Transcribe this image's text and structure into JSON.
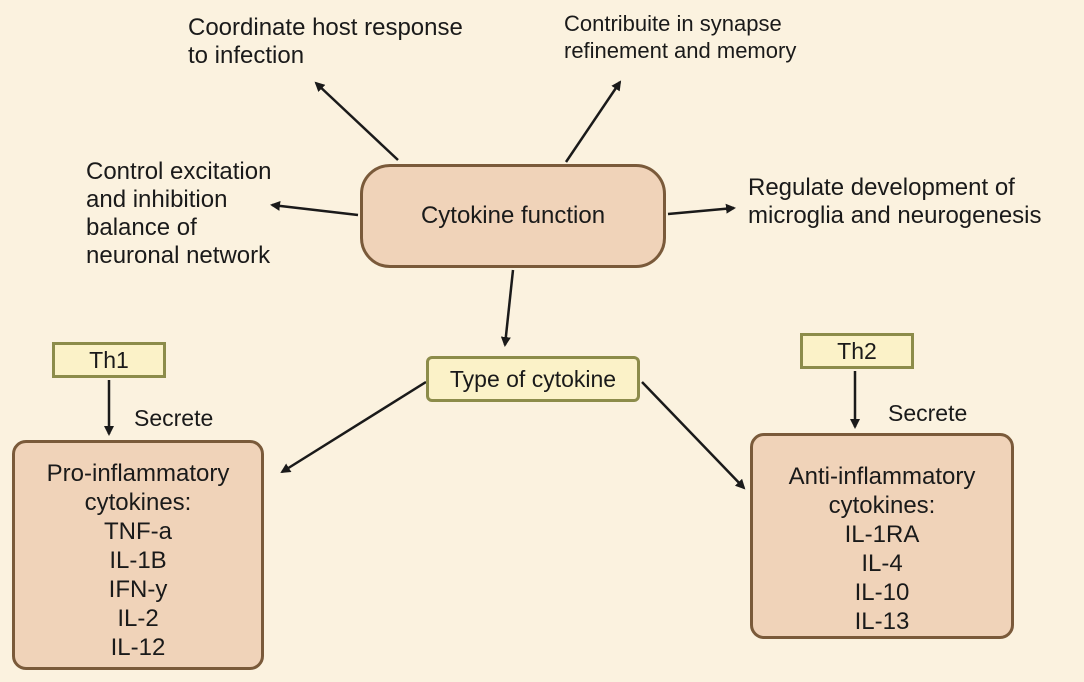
{
  "center_node": "Cytokine function",
  "functions": {
    "top_left": [
      "Coordinate host response",
      "to infection"
    ],
    "top_right": [
      "Contribuite in synapse",
      "refinement and memory"
    ],
    "left": [
      "Control excitation",
      "and inhibition",
      "balance of",
      "neuronal network"
    ],
    "right": [
      "Regulate development  of",
      "microglia and neurogenesis"
    ]
  },
  "type_node": "Type of cytokine",
  "th1": {
    "label": "Th1",
    "secrete": "Secrete",
    "box_lines": [
      "Pro-inflammatory",
      "cytokines:",
      "TNF-a",
      "IL-1B",
      "IFN-y",
      "IL-2",
      "IL-12"
    ]
  },
  "th2": {
    "label": "Th2",
    "secrete": "Secrete",
    "box_lines": [
      "Anti-inflammatory",
      "cytokines:",
      "IL-1RA",
      "IL-4",
      "IL-10",
      "IL-13"
    ]
  },
  "colors": {
    "background": "#fbf2df",
    "node_fill": "#f0d3b9",
    "node_border": "#7a5a3a",
    "label_fill": "#fbf2c8",
    "label_border": "#8c8c4a",
    "arrow": "#1a1a1a"
  }
}
